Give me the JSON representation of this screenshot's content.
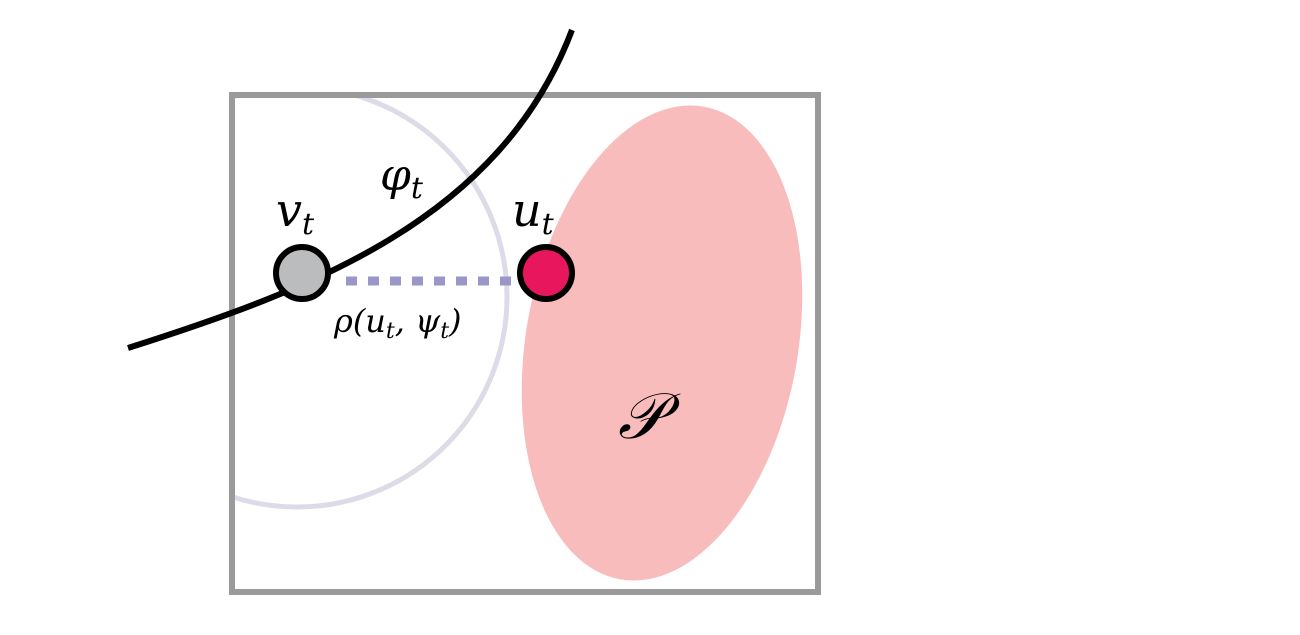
{
  "labels": {
    "phi": "φ",
    "phi_sub": "t",
    "v": "v",
    "v_sub": "t",
    "u": "u",
    "u_sub": "t",
    "rho": "ρ(u",
    "rho_sub1": "t",
    "rho_mid": ", ψ",
    "rho_sub2": "t",
    "rho_end": ")",
    "set": "𝒫"
  },
  "colors": {
    "box": "#9a9a9a",
    "circle": "#dcdce8",
    "set_fill": "#f8bcbc",
    "v_node": "#bbbcbe",
    "u_node": "#e8175d",
    "dash": "#9a97c8",
    "curve": "#000000"
  }
}
